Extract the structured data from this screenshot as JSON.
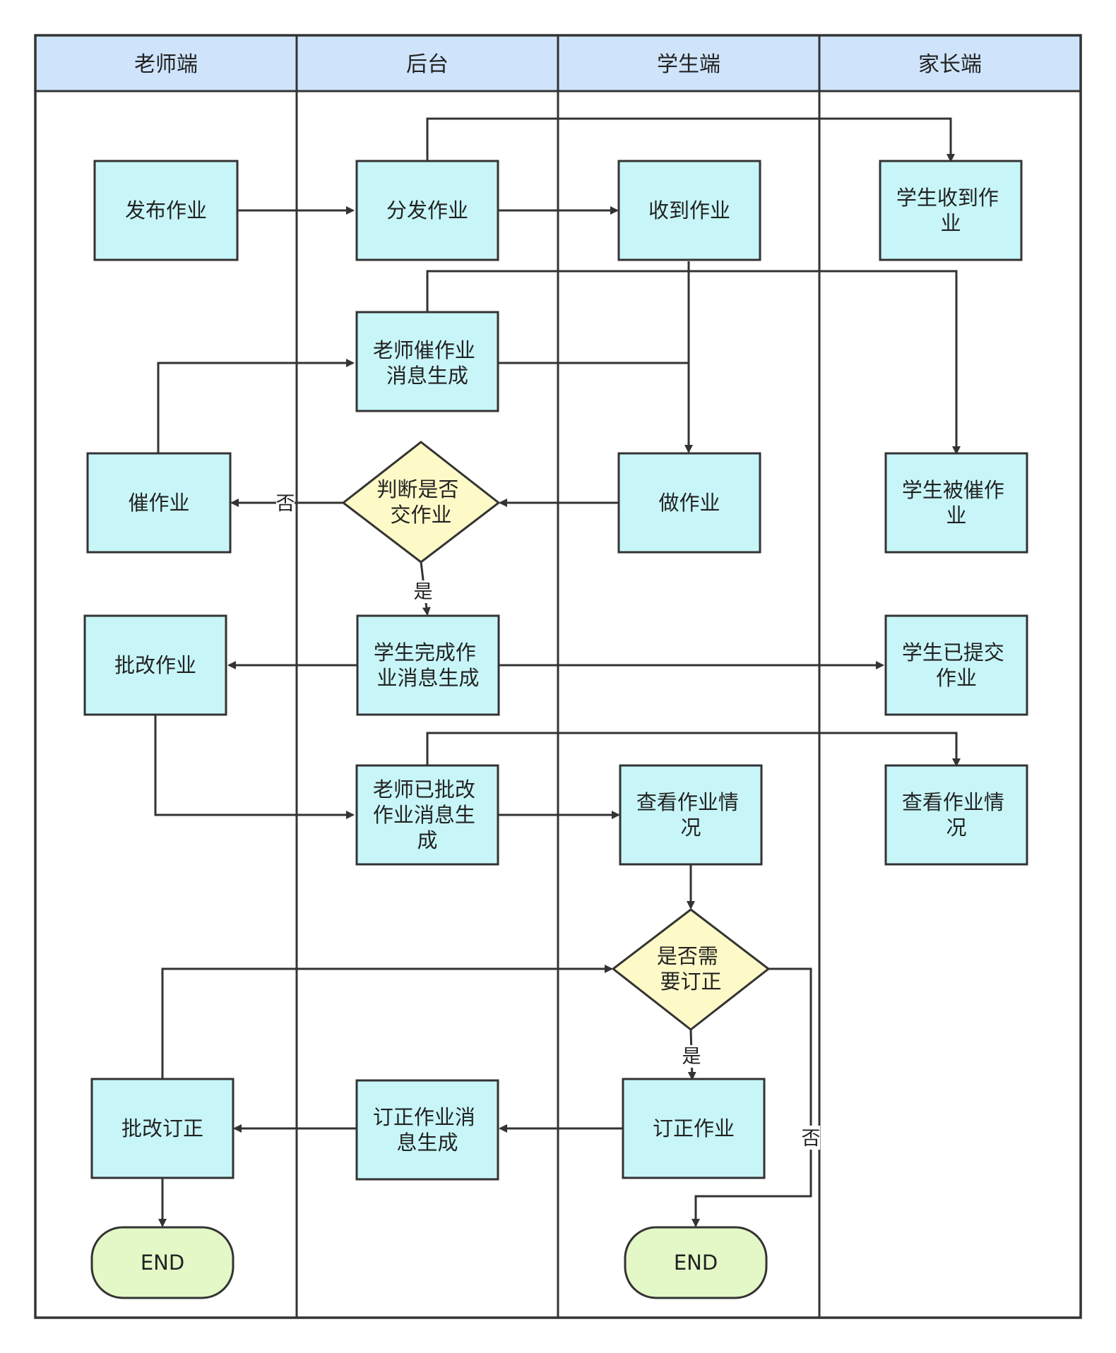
{
  "lanes": [
    {
      "id": "teacher",
      "label": "老师端"
    },
    {
      "id": "backend",
      "label": "后台"
    },
    {
      "id": "student",
      "label": "学生端"
    },
    {
      "id": "parent",
      "label": "家长端"
    }
  ],
  "nodes": {
    "publish": {
      "lines": [
        "发布作业"
      ]
    },
    "distribute": {
      "lines": [
        "分发作业"
      ]
    },
    "receive": {
      "lines": [
        "收到作业"
      ]
    },
    "parent_receive": {
      "lines": [
        "学生收到作",
        "业"
      ]
    },
    "urge_msg": {
      "lines": [
        "老师催作业",
        "消息生成"
      ]
    },
    "urge": {
      "lines": [
        "催作业"
      ]
    },
    "check_submit": {
      "lines": [
        "判断是否",
        "交作业"
      ]
    },
    "do_hw": {
      "lines": [
        "做作业"
      ]
    },
    "parent_urged": {
      "lines": [
        "学生被催作",
        "业"
      ]
    },
    "grade": {
      "lines": [
        "批改作业"
      ]
    },
    "done_msg": {
      "lines": [
        "学生完成作",
        "业消息生成"
      ]
    },
    "parent_submitted": {
      "lines": [
        "学生已提交",
        "作业"
      ]
    },
    "graded_msg": {
      "lines": [
        "老师已批改",
        "作业消息生",
        "成"
      ]
    },
    "view_student": {
      "lines": [
        "查看作业情",
        "况"
      ]
    },
    "view_parent": {
      "lines": [
        "查看作业情",
        "况"
      ]
    },
    "need_fix": {
      "lines": [
        "是否需",
        "要订正"
      ]
    },
    "grade_fix": {
      "lines": [
        "批改订正"
      ]
    },
    "fix_msg": {
      "lines": [
        "订正作业消",
        "息生成"
      ]
    },
    "fix_hw": {
      "lines": [
        "订正作业"
      ]
    },
    "end_teacher": {
      "lines": [
        "END"
      ]
    },
    "end_student": {
      "lines": [
        "END"
      ]
    }
  },
  "edge_labels": {
    "no": "否",
    "yes": "是"
  }
}
